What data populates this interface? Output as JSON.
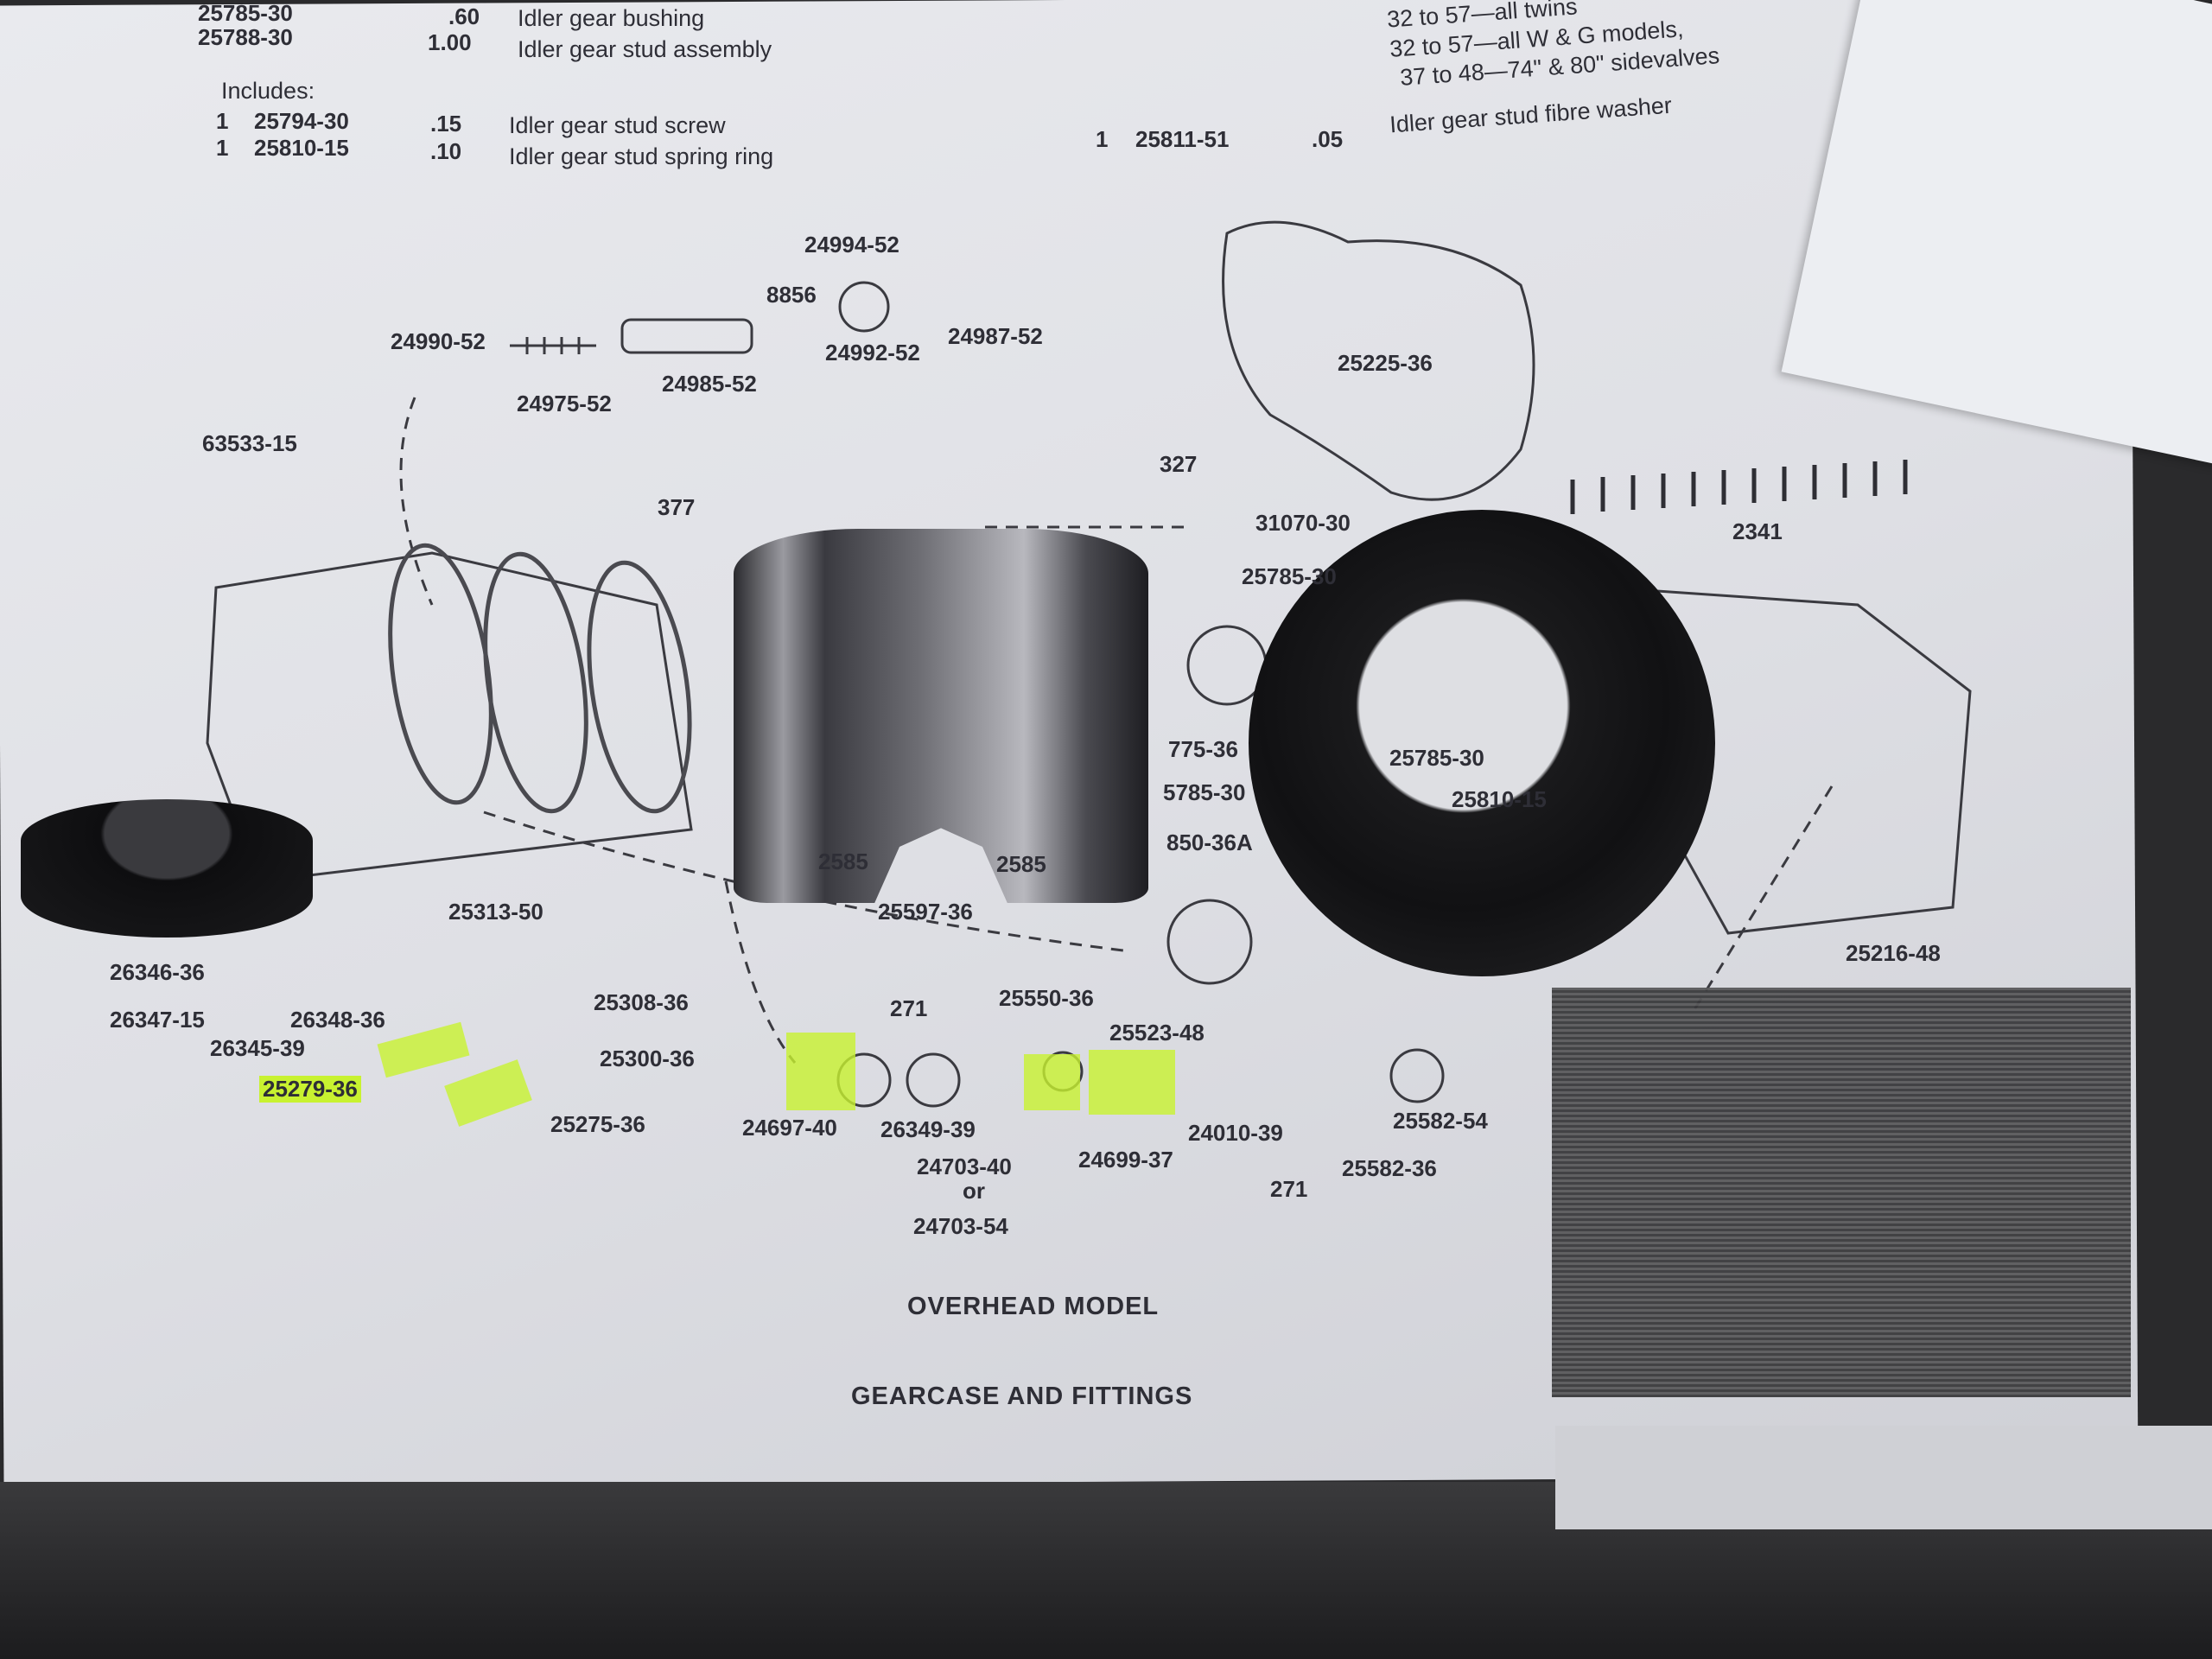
{
  "parts_list": {
    "rows": [
      {
        "number": "25785-30",
        "price": ".60",
        "description": "Idler gear bushing"
      },
      {
        "number": "25788-30",
        "price": "1.00",
        "description": "Idler gear stud assembly"
      }
    ],
    "applications": [
      "32 to 57—all twins",
      "32 to 57—all W & G models,",
      "37 to 48—74\" & 80\" sidevalves"
    ],
    "includes_label": "Includes:",
    "includes": [
      {
        "qty": "1",
        "number": "25794-30",
        "price": ".15",
        "description": "Idler gear stud screw"
      },
      {
        "qty": "1",
        "number": "25810-15",
        "price": ".10",
        "description": "Idler gear stud spring ring"
      },
      {
        "qty": "1",
        "number": "25811-51",
        "price": ".05",
        "description": "Idler gear stud fibre washer"
      }
    ]
  },
  "diagram": {
    "labels": [
      "24994-52",
      "8856",
      "24992-52",
      "24987-52",
      "24990-52",
      "24975-52",
      "24985-52",
      "25225-36",
      "63533-15",
      "327",
      "377",
      "31070-30",
      "25785-30",
      "2341",
      "25785-30",
      "25810-15",
      "775-36",
      "5785-30",
      "850-36A",
      "2585",
      "2585",
      "25313-50",
      "25597-36",
      "26346-36",
      "26347-15",
      "26345-39",
      "26348-36",
      "25308-36",
      "271",
      "25550-36",
      "25523-48",
      "25216-48",
      "25279-36",
      "25300-36",
      "25275-36",
      "24697-40",
      "26349-39",
      "24703-40",
      "or",
      "24703-54",
      "24699-37",
      "24010-39",
      "25582-54",
      "25582-36",
      "271"
    ],
    "caption_model": "OVERHEAD MODEL",
    "caption_title": "GEARCASE AND FITTINGS",
    "highlight_color": "#c8f230"
  }
}
